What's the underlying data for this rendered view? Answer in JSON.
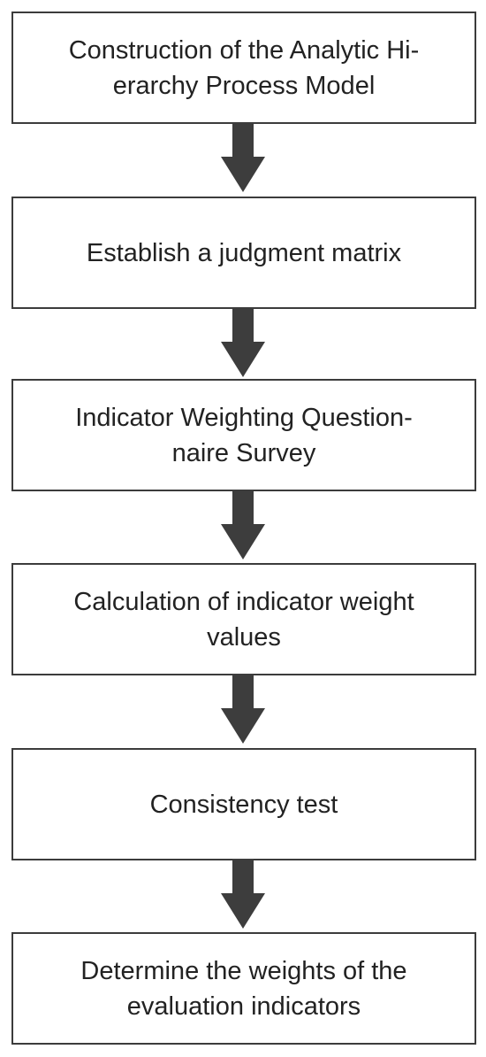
{
  "flowchart": {
    "steps": [
      {
        "text": "Construction of the Analytic Hi-\nerarchy Process Model"
      },
      {
        "text": "Establish a judgment matrix"
      },
      {
        "text": "Indicator Weighting Question-\nnaire Survey"
      },
      {
        "text": "Calculation of indicator weight\nvalues"
      },
      {
        "text": "Consistency test"
      },
      {
        "text": "Determine the weights of the\nevaluation indicators"
      }
    ],
    "colors": {
      "box_border": "#3c3c3c",
      "arrow_fill": "#3d3d3d",
      "text": "#222222",
      "background": "#ffffff"
    },
    "arrow_icon": "down-arrow-icon"
  }
}
